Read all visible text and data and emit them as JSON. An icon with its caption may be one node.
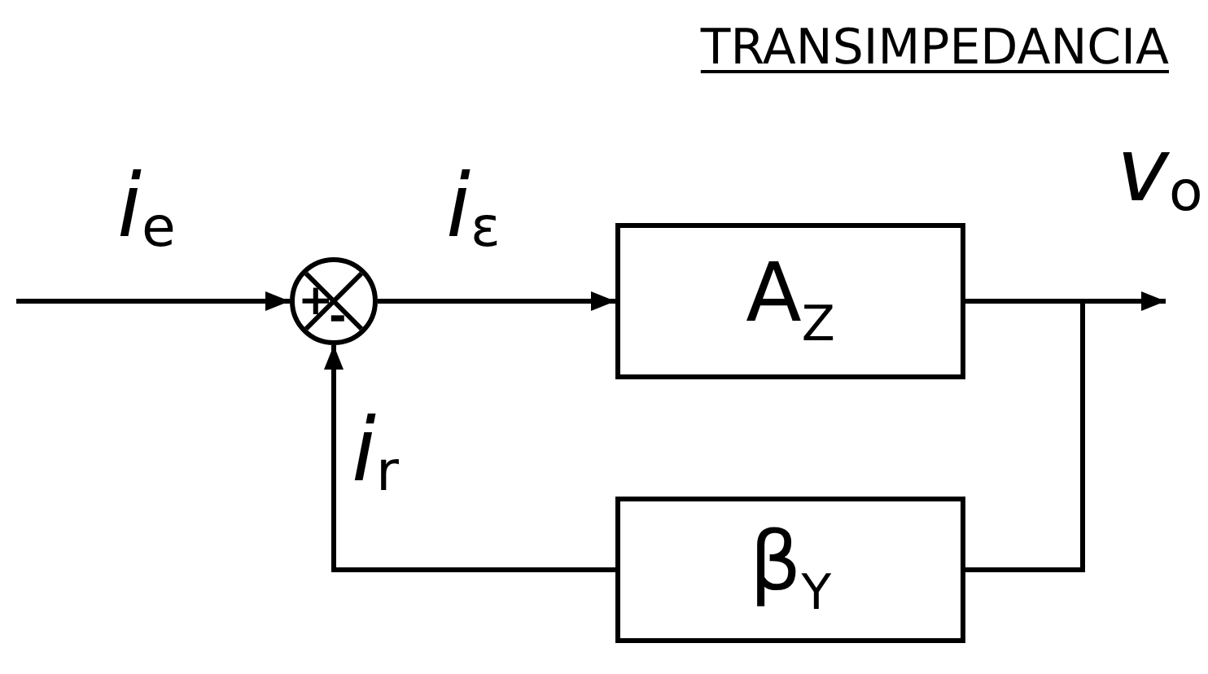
{
  "diagram": {
    "title": "TRANSIMPEDANCIA",
    "nodes": [
      {
        "text": [
          "+",
          "-"
        ]
      },
      {
        "text": [
          "A$_{Z}$"
        ]
      },
      {
        "text": [
          "β$_{Y}$"
        ]
      }
    ],
    "edges": [
      {
        "from": null,
        "to": 0,
        "arrow": "to",
        "label": "*i*$_{e}$"
      },
      {
        "from": 0,
        "to": 1,
        "arrow": "to",
        "label": "*i*$_{ε}$"
      },
      {
        "from": 1,
        "to": null,
        "arrow": "to",
        "label": "*v*$_{o}$"
      },
      {
        "from": 1,
        "to": 2,
        "arrow": "none"
      },
      {
        "from": 2,
        "to": 0,
        "arrow": "to",
        "label": "*i*$_{r}$"
      }
    ]
  }
}
